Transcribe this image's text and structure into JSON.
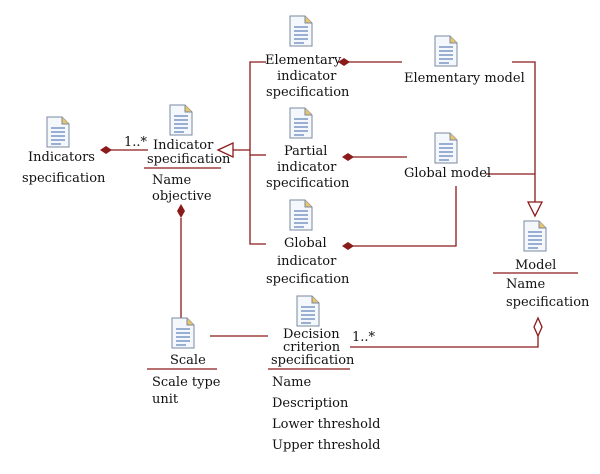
{
  "colors": {
    "connector": "#8B1A1A",
    "icon_stroke": "#7a8aa0",
    "icon_fill": "#f4f7fb",
    "icon_lines": "#5b7fb8",
    "icon_fold": "#e8c46a",
    "text": "#111111"
  },
  "classes": {
    "indicators": {
      "name_line1": "Indicators",
      "name_line2": "specification"
    },
    "indicator_spec": {
      "name_line1": "Indicator",
      "name_line2": "specification",
      "attrs": [
        "Name",
        "objective"
      ]
    },
    "elementary_spec": {
      "name_line1": "Elementary",
      "name_line2": "indicator",
      "name_line3": "specification"
    },
    "partial_spec": {
      "name_line1": "Partial",
      "name_line2": "indicator",
      "name_line3": "specification"
    },
    "global_spec": {
      "name_line1": "Global",
      "name_line2": "indicator",
      "name_line3": "specification"
    },
    "elementary_model": {
      "name": "Elementary model"
    },
    "global_model": {
      "name": "Global model"
    },
    "model": {
      "name": "Model",
      "attrs": [
        "Name",
        "specification"
      ]
    },
    "scale": {
      "name": "Scale",
      "attrs": [
        "Scale type",
        "unit"
      ]
    },
    "decision": {
      "name_line1": "Decision",
      "name_line2": "criterion",
      "name_line3": "specification",
      "attrs": [
        "Name",
        "Description",
        "Lower threshold",
        "Upper threshold"
      ]
    }
  },
  "multiplicity": {
    "indicators_to_spec": "1..*",
    "decision_to_model": "1..*"
  }
}
